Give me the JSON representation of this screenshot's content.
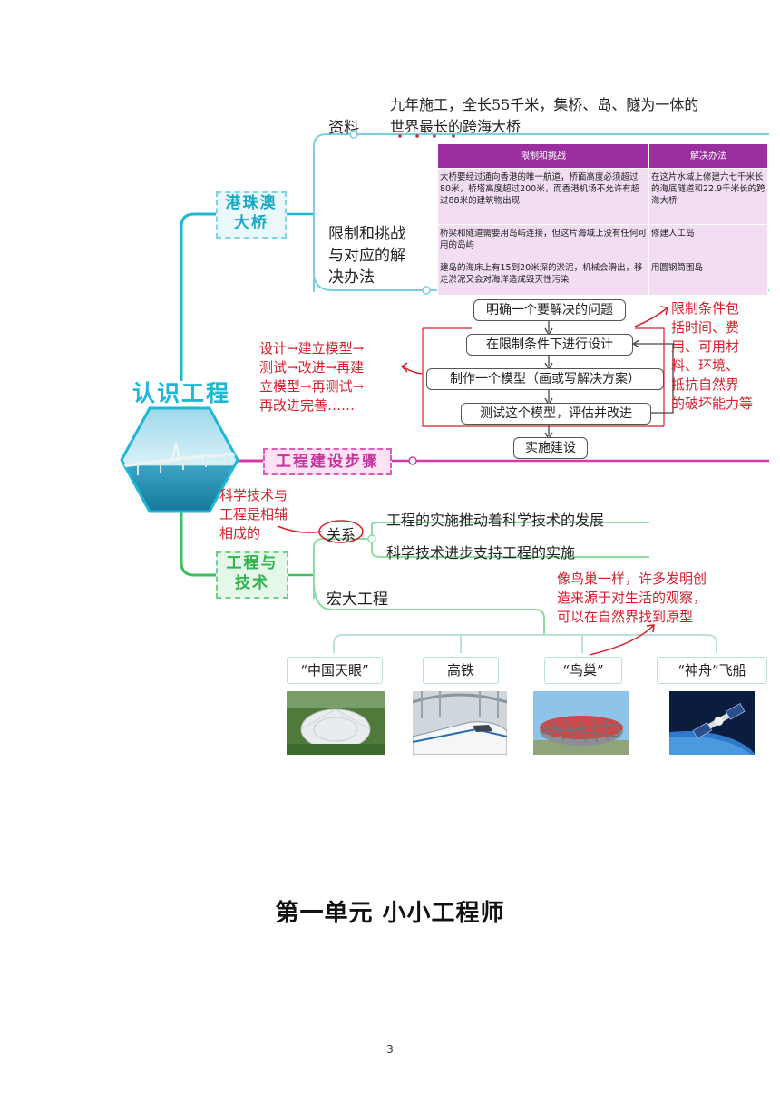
{
  "center": {
    "title": "认识工程"
  },
  "branches": {
    "bridge": {
      "line1": "港珠澳",
      "line2": "大桥"
    },
    "steps": {
      "label": "工程建设步骤"
    },
    "tech": {
      "line1": "工程与",
      "line2": "技术"
    }
  },
  "bridge": {
    "info_label": "资料",
    "info_text_line1": "九年施工，全长55千米，集桥、岛、隧为一体的",
    "info_text_line2": "世界最长的跨海大桥",
    "limits_label_lines": [
      "限制和挑战",
      "与对应的解",
      "决办法"
    ],
    "table": {
      "headers": [
        "限制和挑战",
        "解决办法"
      ],
      "rows": [
        [
          "大桥要经过通向香港的唯一航道，桥面高度必须超过80米，桥塔高度超过200米，而香港机场不允许有超过88米的建筑物出现",
          "在这片水域上修建六七千米长的海底隧道和22.9千米长的跨海大桥"
        ],
        [
          "桥梁和隧道需要用岛屿连接，但这片海域上没有任何可用的岛屿",
          "修建人工岛"
        ],
        [
          "建岛的海床上有15到20米深的淤泥，机械会滑出，移走淤泥又会对海洋造成毁灭性污染",
          "用圆钢筒围岛"
        ]
      ]
    }
  },
  "steps": {
    "flow": [
      "明确一个要解决的问题",
      "在限制条件下进行设计",
      "制作一个模型（画或写解决方案）",
      "测试这个模型，评估并改进",
      "实施建设"
    ],
    "note_left": [
      "设计→建立模型→",
      "测试→改进→再建",
      "立模型→再测试→",
      "再改进完善……"
    ],
    "note_right": [
      "限制条件包",
      "括时间、费",
      "用、可用材",
      "料、环境、",
      "抵抗自然界",
      "的破坏能力等"
    ]
  },
  "tech": {
    "note": [
      "科学技术与",
      "工程是相辅",
      "相成的"
    ],
    "relation_label": "关系",
    "relation_items": [
      "工程的实施推动着科学技术的发展",
      "科学技术进步支持工程的实施"
    ],
    "projects_label": "宏大工程",
    "bionics_note": [
      "像鸟巢一样，许多发明创",
      "造来源于对生活的观察，",
      "可以在自然界找到原型"
    ],
    "projects": [
      "“中国天眼”",
      "高铁",
      "“鸟巢”",
      "“神舟”飞船"
    ]
  },
  "page": {
    "title": "第一单元  小小工程师",
    "number": "3"
  },
  "colors": {
    "bridge_branch": "#1fb7d6",
    "steps_branch": "#d63aa8",
    "tech_branch": "#3fc15f",
    "annotation": "#d81e2c",
    "table_header": "#9b2f9f",
    "table_cell": "#f2ddf2"
  }
}
